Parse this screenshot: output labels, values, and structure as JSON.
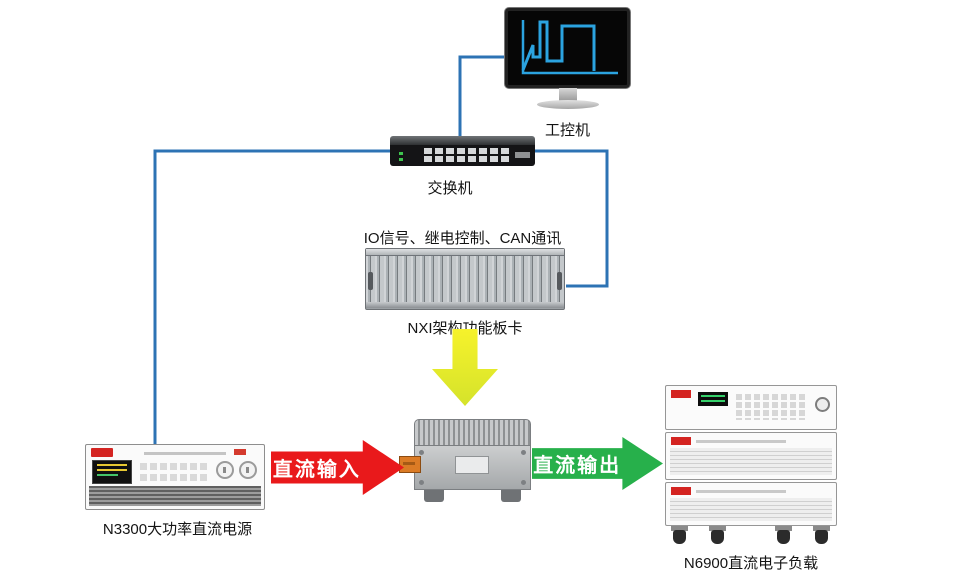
{
  "diagram": {
    "line_color": "#2d73b4",
    "screen_accent": "#2ba3e0",
    "nodes": {
      "ipc": {
        "label": "工控机"
      },
      "switch": {
        "label": "交换机"
      },
      "nxi": {
        "label": "NXI架构功能板卡",
        "caption": "IO信号、继电控制、CAN通讯"
      },
      "psu": {
        "label": "N3300大功率直流电源"
      },
      "load": {
        "label": "N6900直流电子负载"
      }
    },
    "arrows": {
      "dc_input": {
        "label": "直流输入",
        "color": "#e9191b"
      },
      "dc_output": {
        "label": "直流输出",
        "color": "#27b04b"
      },
      "control": {
        "color": "#e9e52c"
      }
    }
  }
}
